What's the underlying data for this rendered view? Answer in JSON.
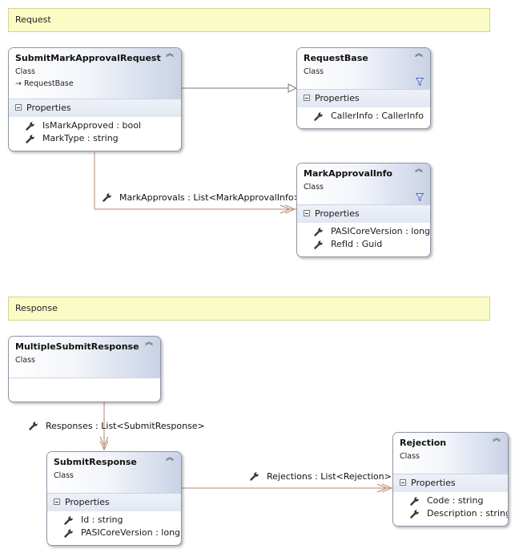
{
  "request_banner": {
    "label": "Request"
  },
  "response_banner": {
    "label": "Response"
  },
  "classes": {
    "submit_mark_approval_request": {
      "name": "SubmitMarkApprovalRequest",
      "kind": "Class",
      "base": "RequestBase",
      "section": "Properties",
      "properties": [
        "IsMarkApproved : bool",
        "MarkType : string"
      ]
    },
    "request_base": {
      "name": "RequestBase",
      "kind": "Class",
      "section": "Properties",
      "properties": [
        "CallerInfo : CallerInfo"
      ]
    },
    "mark_approval_info": {
      "name": "MarkApprovalInfo",
      "kind": "Class",
      "section": "Properties",
      "properties": [
        "PASICoreVersion : long",
        "RefId : Guid"
      ]
    },
    "multiple_submit_response": {
      "name": "MultipleSubmitResponse",
      "kind": "Class"
    },
    "submit_response": {
      "name": "SubmitResponse",
      "kind": "Class",
      "section": "Properties",
      "properties": [
        "Id : string",
        "PASICoreVersion : long"
      ]
    },
    "rejection": {
      "name": "Rejection",
      "kind": "Class",
      "section": "Properties",
      "properties": [
        "Code : string",
        "Description : string"
      ]
    }
  },
  "associations": {
    "mark_approvals": "MarkApprovals : List<MarkApprovalInfo>",
    "responses": "Responses : List<SubmitResponse>",
    "rejections": "Rejections : List<Rejection>"
  },
  "colors": {
    "association_line": "#b98a6e",
    "inheritance_line": "#7a7a7a",
    "banner_fill": "#fbfbc6"
  }
}
